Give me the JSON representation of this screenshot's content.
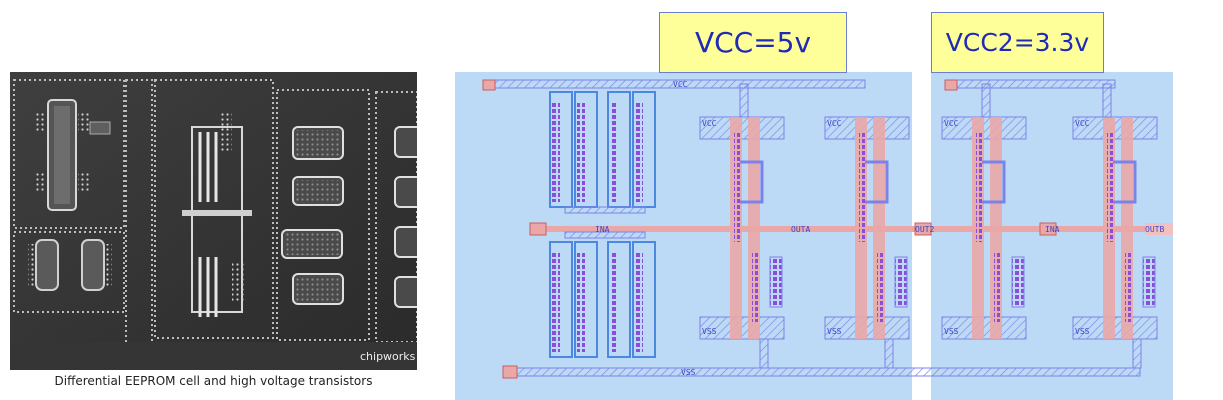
{
  "left_figure": {
    "caption": "Differential EEPROM cell and high voltage transistors",
    "watermark": "chipworks"
  },
  "domain_labels": {
    "vcc1": "VCC=5v",
    "vcc2": "VCC2=3.3v"
  },
  "layout_labels": {
    "top_rail": "VCC",
    "bottom_rail": "VSS",
    "in_net": "INA",
    "mid_net": "OUTA",
    "cross_net": "OUT2",
    "second_in": "INA",
    "out_net": "OUTB",
    "vcc_tap": "VCC",
    "vss_tap": "VSS"
  },
  "colors": {
    "domain_fill": "#bcd9f5",
    "poly": "#e9a7a7",
    "metal": "#7b83e8",
    "contact": "#8a4fd6",
    "label_fill": "#ffff99",
    "label_text": "#1f2bb5"
  }
}
